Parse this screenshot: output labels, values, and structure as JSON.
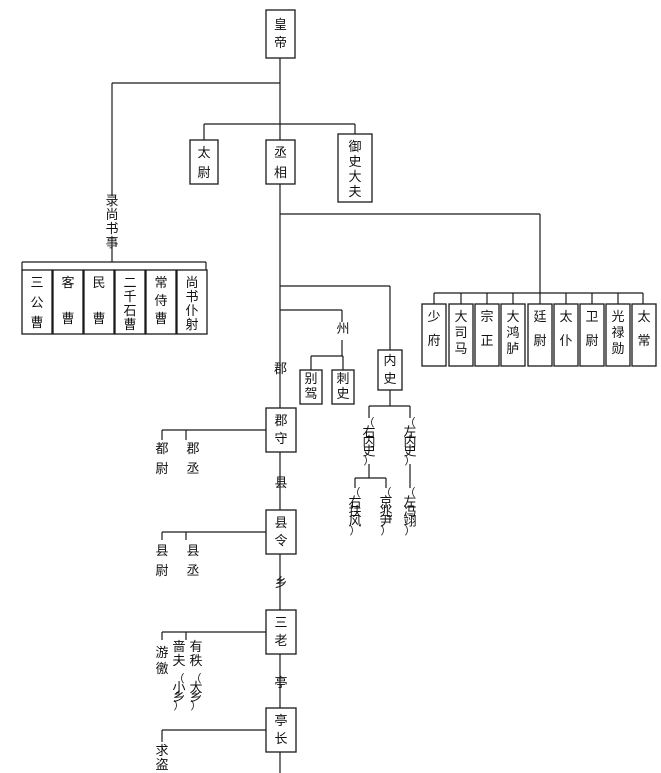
{
  "nodes": {
    "emperor": "皇帝",
    "taiwei": "太尉",
    "chengxiang": "丞相",
    "yushi": "御史大夫",
    "lushangshu": "录尚书事",
    "sangong": "三公曹",
    "kecao": "客曹",
    "mincao": "民曹",
    "erqianshi": "二千石曹",
    "changshi": "常侍曹",
    "puye": "尚书仆射",
    "shaofu": "少府",
    "dasima": "大司马",
    "zongzheng": "宗正",
    "dahonglu": "大鸿胪",
    "tingwei": "廷尉",
    "taipu": "太仆",
    "weiwei": "卫尉",
    "guanglu": "光禄勋",
    "taichang": "太常",
    "zhou": "州",
    "biejia": "别驾",
    "cishi": "刺史",
    "neishi": "内史",
    "younei": "（右内史）",
    "zuonei": "（左内史）",
    "youfufeng": "（右扶风）",
    "jingzhao": "（京兆尹）",
    "zuofengyi": "（左冯翊）",
    "jun": "郡",
    "junshou": "郡守",
    "duwei": "都尉",
    "juncheng": "郡丞",
    "xian": "县",
    "xianling": "县令",
    "xianwei": "县尉",
    "xiancheng": "县丞",
    "xiang": "乡",
    "sanlao": "三老",
    "youjiao": "游徼",
    "sefu": "啬夫",
    "youzhi": "有秩",
    "xiaoxiang": "（小乡）",
    "daxiang": "（大乡）",
    "ting": "亭",
    "tingzhang": "亭长",
    "qiudao": "求盗"
  }
}
